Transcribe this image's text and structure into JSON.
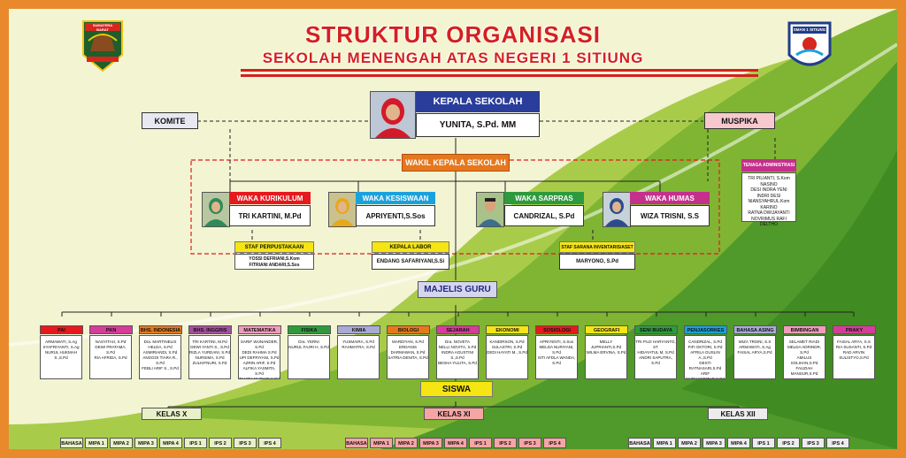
{
  "title": "STRUKTUR ORGANISASI",
  "subtitle": "SEKOLAH MENENGAH ATAS NEGERI 1 SITIUNG",
  "logos": {
    "left_text": "SUMATERA BARAT",
    "right_text": "SMAN 1 SITIUNG"
  },
  "kepala": {
    "label": "KEPALA SEKOLAH",
    "name": "YUNITA, S.Pd. MM"
  },
  "komite": "KOMITE",
  "muspika": "MUSPIKA",
  "wakil": "WAKIL KEPALA SEKOLAH",
  "waka": [
    {
      "label": "WAKA KURIKULUM",
      "name": "TRI KARTINI, M.Pd",
      "color": "#e5191e"
    },
    {
      "label": "WAKA KESISWAAN",
      "name": "APRIYENTI,S.Sos",
      "color": "#1ba1dc"
    },
    {
      "label": "WAKA SARPRAS",
      "name": "CANDRIZAL, S.Pd",
      "color": "#2e9a3e"
    },
    {
      "label": "WAKA HUMAS",
      "name": "WIZA TRISNI, S.S",
      "color": "#c4308c"
    }
  ],
  "tenaga": {
    "label": "TENAGA ADMINISTRASI",
    "names": [
      "TRI PILIANTI, S.Kom",
      "NASINO",
      "DESI INDRA YENI",
      "INDRI DESI NIANSYAHRUL.Kom",
      "KARINO",
      "RATNA DWIJAYANTI",
      "NOVRIMUS RAFI DELTHO"
    ]
  },
  "perpustakaan": {
    "label": "STAF PERPUSTAKAAN",
    "names": [
      "YOSSI DEFRIANI,S.Kom",
      "FITRIANI ANDARI,S.Sos"
    ]
  },
  "labor": {
    "label": "KEPALA LABOR",
    "name": "ENDANG SAFARIYANI,S.Si"
  },
  "sarana": {
    "label": "STAF SARANA INVENTARIS/ASET",
    "name": "MARYONO, S.Pd"
  },
  "majelis": "MAJELIS GURU",
  "subjects": [
    {
      "label": "PAI",
      "color": "#e5191e",
      "names": [
        "ARMAWATI, S.Ag",
        "SYAFRIYANTI, S.Ag",
        "NURUL HUKMAH S.,S.Pd"
      ]
    },
    {
      "label": "PKN",
      "color": "#d63c9a",
      "names": [
        "NASYITAH, S.Pd",
        "DEWI PRATAMA, S.Pd",
        "RIA AFRIDA, S.Pd"
      ]
    },
    {
      "label": "BHS. INDONESIA",
      "color": "#e5781e",
      "names": [
        "Dra. MARTINELIS",
        "HELDA, S.Pd",
        "ASMIRIANDI, S.Pd",
        "ANGGOI TIARA R., S.Pd",
        "FEBLI ARIF S., S.Pd"
      ]
    },
    {
      "label": "BHS. INGGRIS",
      "color": "#a44ea0",
      "names": [
        "TRI KARTINI, M.Pd",
        "DEWI YANTI S., S.Pd",
        "RIZLA YUREANI, S.Pd",
        "NURSIMA, S.Pd",
        "ZULKIFNURI, S.Pd"
      ]
    },
    {
      "label": "MATEMATIKA",
      "color": "#f19bbd",
      "names": [
        "SARIF WUNANDER, S.Pd",
        "DEDI RAHMA S.Pd",
        "UPI DEFRIYANI, S.Pd",
        "AZRIN ARIF, S.Pd",
        "ALFIKA YASMITA, S.Pd",
        "TAUZIA NURIATI,S.Pd"
      ]
    },
    {
      "label": "FISIKA",
      "color": "#2e9a3e",
      "names": [
        "Dra. YERNI",
        "NURUL FAJRI H, S.Pd"
      ]
    },
    {
      "label": "KIMIA",
      "color": "#a9a9d6",
      "names": [
        "YUSMAIRA, S.Pd",
        "RAHMATRA, S.Pd"
      ]
    },
    {
      "label": "BIOLOGI",
      "color": "#e5781e",
      "names": [
        "MARDIYAN, S.Pd",
        "ERDANIS DARMAWAN, S.Pd",
        "SATRIA DENITA, S.Pd"
      ]
    },
    {
      "label": "SEJARAH",
      "color": "#d63c9a",
      "names": [
        "Dra. NOVETA",
        "NELLI NOVITA, S.Pd",
        "INDRA AGUSTINI S.,S.Pd",
        "BESHA YULITA, S.Pd"
      ]
    },
    {
      "label": "EKONOMI",
      "color": "#f5e513",
      "names": [
        "KANDIRSON, S.Pd",
        "SULASTRI, S.Pd",
        "DEDI HAYATI M., S.Pd"
      ]
    },
    {
      "label": "SOSIOLOGI ANTROPOLOGI",
      "color": "#e5191e",
      "names": [
        "APRIYENTI, S.Sos",
        "MELDA NURIYANI, S.Pd",
        "SITI AFDLA WANDA, S.Pd"
      ]
    },
    {
      "label": "GEOGRAFI",
      "color": "#f5e513",
      "names": [
        "MELLY JUPRIANTI,S.Pd",
        "WILMA ERVINA, S.Pd"
      ]
    },
    {
      "label": "SENI BUDAYA",
      "color": "#2e9a3e",
      "names": [
        "TRI PUJI HARYANTO, ST",
        "HIDAYATUL M, S.Pd",
        "ANDRI SAPUTRA, S.Pd"
      ]
    },
    {
      "label": "PENJASORKES",
      "color": "#1ba1dc",
      "names": [
        "CANDRIZAL, S.Pd",
        "FIFI OKTORI, S.Pd",
        "AFRILA GUSLIN A.,S.Pd",
        "DESTI RATNASARI,S.Pd",
        "ARIF NURHANDITAR,S.Pd"
      ]
    },
    {
      "label": "BAHASA ASING",
      "color": "#a9a9d6",
      "names": [
        "WIZA TRISNI, S.S",
        "ARMAWATI, S.Ag",
        "FAISAL ARYA,S.Pd"
      ]
    },
    {
      "label": "BIMBINGAN KONSELING",
      "color": "#f19bbd",
      "names": [
        "SELAMET RIADI",
        "MELDA ADRINDR, S.Pd",
        "AMILUS SOLIHAN,S.Pd",
        "FAUZIAH MANSUR,S.Pd"
      ]
    },
    {
      "label": "PRAKY",
      "color": "#d63c9a",
      "names": [
        "FAISAL ARYA, S.S",
        "RIA SUSANTI, S.Pd",
        "RAD ARVIN SULISTYO,S.Pd"
      ]
    }
  ],
  "siswa": "SISWA",
  "kelas": [
    {
      "label": "KELAS X",
      "color": "#e7f0c8",
      "classes": [
        "BAHASA",
        "MIPA 1",
        "MIPA 2",
        "MIPA 3",
        "MIPA 4",
        "IPS 1",
        "IPS 2",
        "IPS 3",
        "IPS 4"
      ]
    },
    {
      "label": "KELAS XI",
      "color": "#f6a5a5",
      "classes": [
        "BAHASA",
        "MIPA 1",
        "MIPA 2",
        "MIPA 3",
        "MIPA 4",
        "IPS 1",
        "IPS 2",
        "IPS 3",
        "IPS 4"
      ]
    },
    {
      "label": "KELAS XII",
      "color": "#ececec",
      "classes": [
        "BAHASA",
        "MIPA 1",
        "MIPA 2",
        "MIPA 3",
        "MIPA 4",
        "IPS 1",
        "IPS 2",
        "IPS 3",
        "IPS 4"
      ]
    }
  ]
}
